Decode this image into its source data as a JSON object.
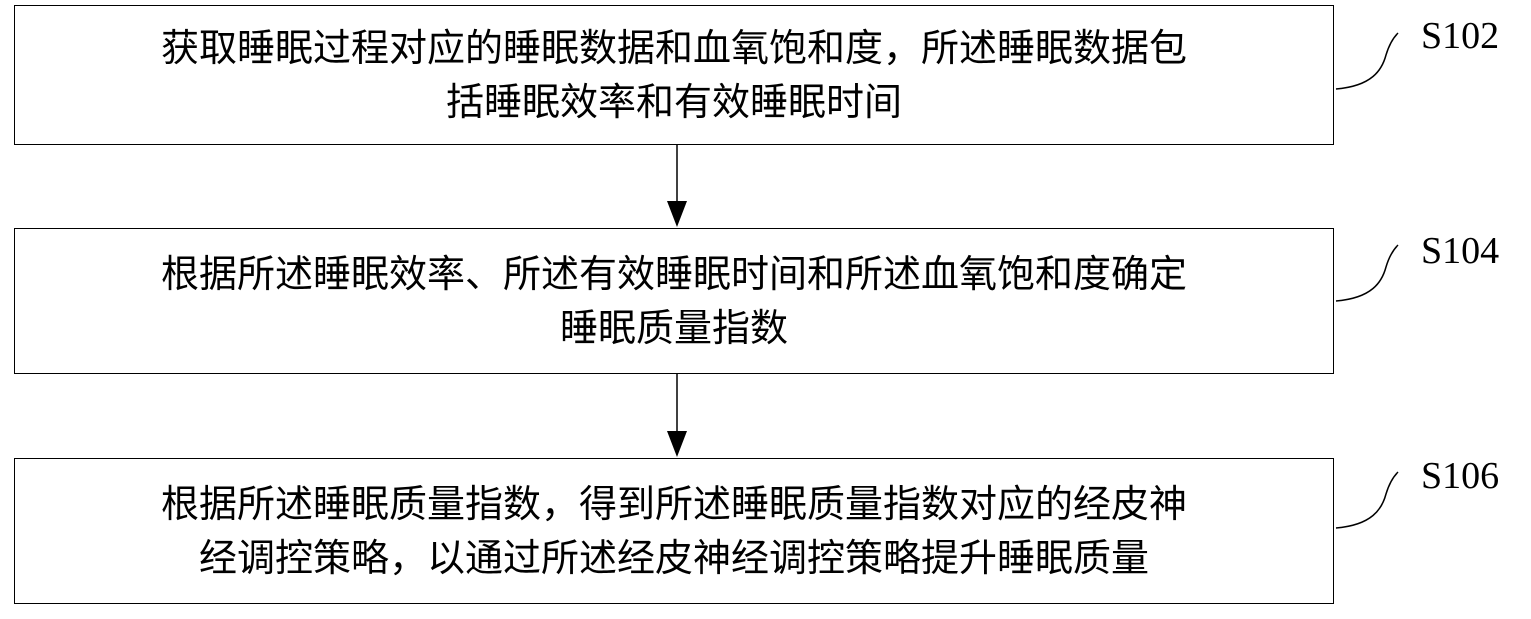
{
  "steps": [
    {
      "label": "S102",
      "line1": "获取睡眠过程对应的睡眠数据和血氧饱和度，所述睡眠数据包",
      "line2": "括睡眠效率和有效睡眠时间"
    },
    {
      "label": "S104",
      "line1": "根据所述睡眠效率、所述有效睡眠时间和所述血氧饱和度确定",
      "line2": "睡眠质量指数"
    },
    {
      "label": "S106",
      "line1": "根据所述睡眠质量指数，得到所述睡眠质量指数对应的经皮神",
      "line2": "经调控策略，以通过所述经皮神经调控策略提升睡眠质量"
    }
  ],
  "colors": {
    "stroke": "#000000",
    "background": "#ffffff"
  }
}
